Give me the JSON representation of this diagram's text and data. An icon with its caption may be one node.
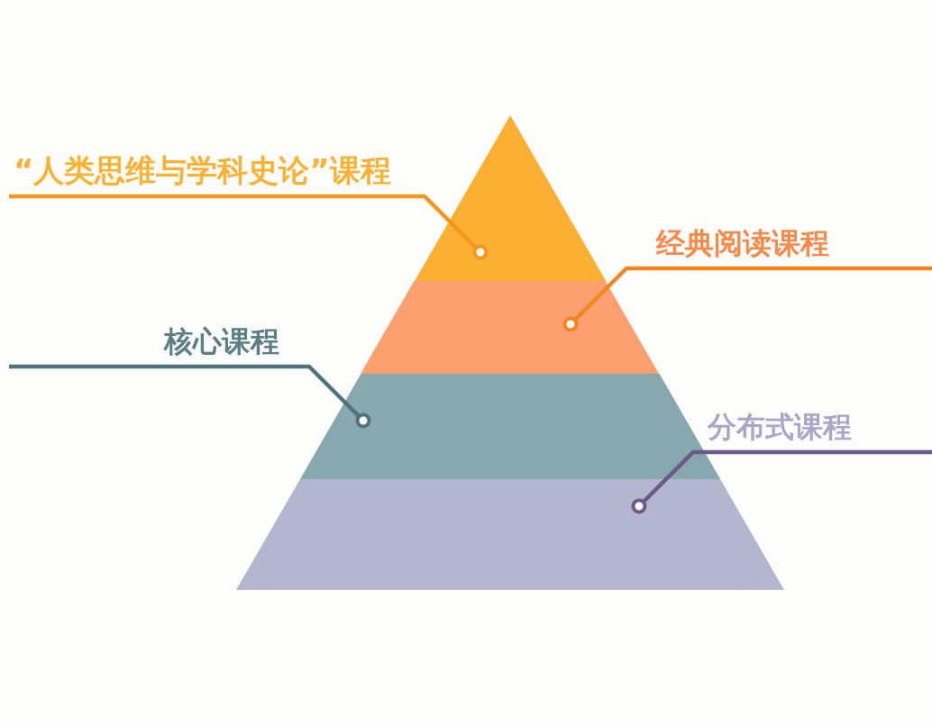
{
  "diagram": {
    "nodes": [
      {
        "text": [
          "“人类思维与学科史论”课程"
        ]
      },
      {
        "text": [],
        "shape": "triangle"
      },
      {
        "text": [
          "经典阅读课程"
        ]
      },
      {
        "text": [],
        "shape": "band"
      },
      {
        "text": [
          "核心课程"
        ]
      },
      {
        "text": [],
        "shape": "band"
      },
      {
        "text": [
          "分布式课程"
        ]
      },
      {
        "text": [],
        "shape": "band"
      }
    ],
    "edges": [
      {
        "from": 0,
        "to": 1,
        "arrow": "other",
        "color": "#f5961c"
      },
      {
        "from": 2,
        "to": 3,
        "arrow": "other",
        "color": "#f5841f"
      },
      {
        "from": 4,
        "to": 5,
        "arrow": "other",
        "color": "#4f7378"
      },
      {
        "from": 6,
        "to": 7,
        "arrow": "other",
        "color": "#6c5b86"
      }
    ]
  }
}
